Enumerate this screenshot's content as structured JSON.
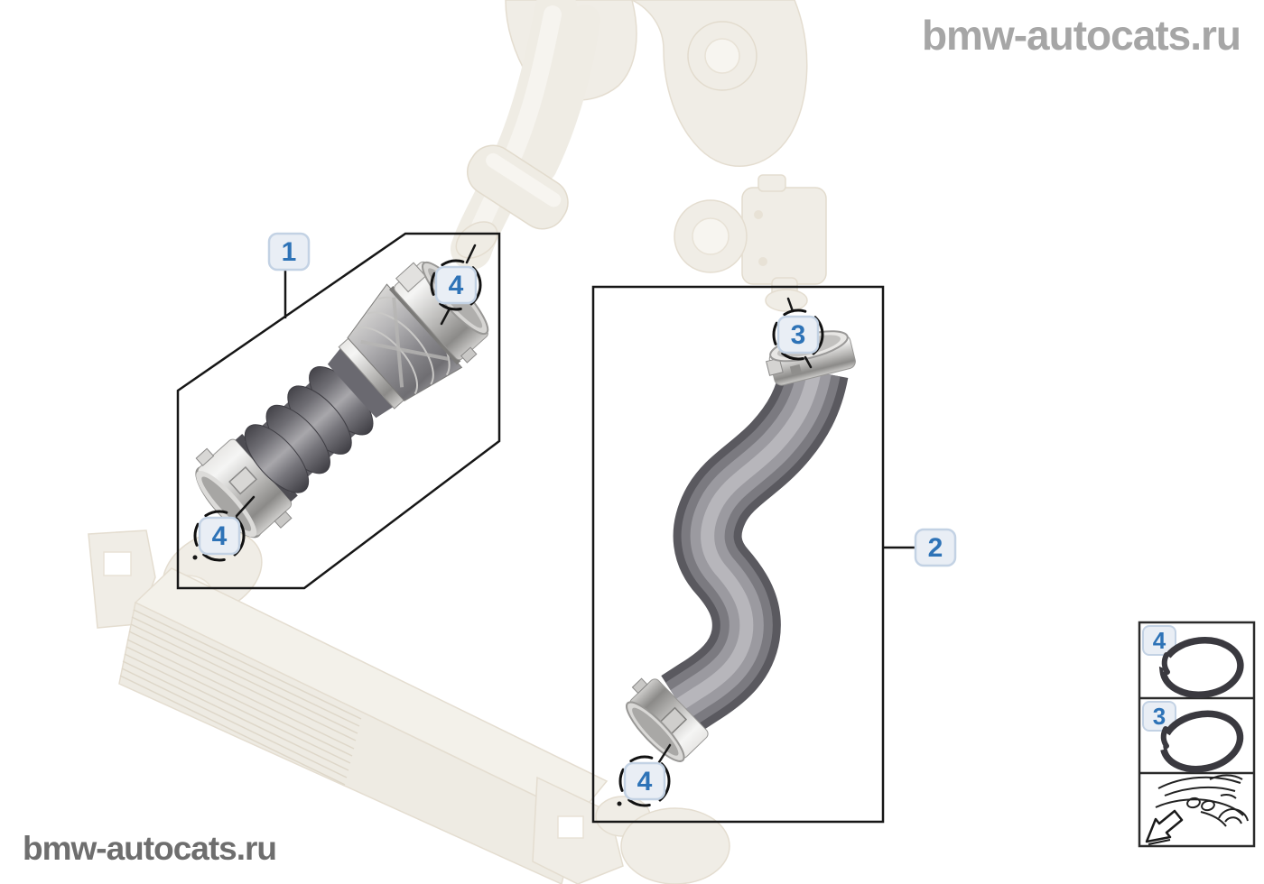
{
  "watermarks": {
    "top_right": "bmw-autocats.ru",
    "bottom_left": "bmw-autocats.ru"
  },
  "callouts": {
    "box1": "1",
    "box2": "2",
    "clamp3": "3",
    "clamp4": "4"
  },
  "legend": {
    "rows": [
      {
        "number": "4",
        "icon": "clamp-ring-icon"
      },
      {
        "number": "3",
        "icon": "clamp-ring-icon"
      },
      {
        "number": "",
        "icon": "car-direction-icon"
      }
    ]
  },
  "colors": {
    "accent_blue": "#2e73b7",
    "label_bg": "#e9eef5",
    "label_border": "#c3d2e4",
    "outline_black": "#161616",
    "ghost_fill": "#f0ede6",
    "ghost_stroke": "#e4ddd0",
    "hose_dark": "#6f6e74",
    "metal_light": "#c9c8c6",
    "watermark_top": "#a6a6a6",
    "watermark_bottom": "#6e6e6e"
  }
}
